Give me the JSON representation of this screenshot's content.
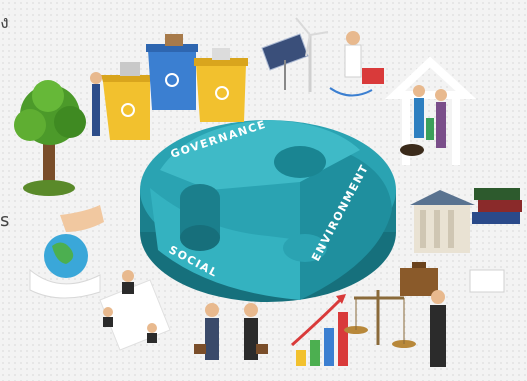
{
  "edge_text": {
    "top_left": "ง",
    "mid_left": "s"
  },
  "puzzle": {
    "segments": [
      {
        "label": "GOVERNANCE",
        "color": "#2fa7b6"
      },
      {
        "label": "ENVIRONMENT",
        "color": "#1f8f9e"
      },
      {
        "label": "SOCIAL",
        "color": "#34b2c0"
      }
    ]
  },
  "icons": [
    "recycling-bins-icon",
    "solar-wind-energy-icon",
    "doctor-patient-icon",
    "family-home-icon",
    "tree-icon",
    "hands-globe-icon",
    "courthouse-books-icon",
    "employee-network-icon",
    "business-handshake-icon",
    "growth-chart-icon",
    "scales-justice-icon",
    "judge-briefcase-icon"
  ],
  "colors": {
    "teal_dark": "#1b7f8c",
    "teal": "#2fa7b6",
    "teal_light": "#4cc3cf",
    "bin_yellow": "#f2c12e",
    "bin_blue": "#3b7fd1",
    "tree_green": "#4c9a2a"
  }
}
